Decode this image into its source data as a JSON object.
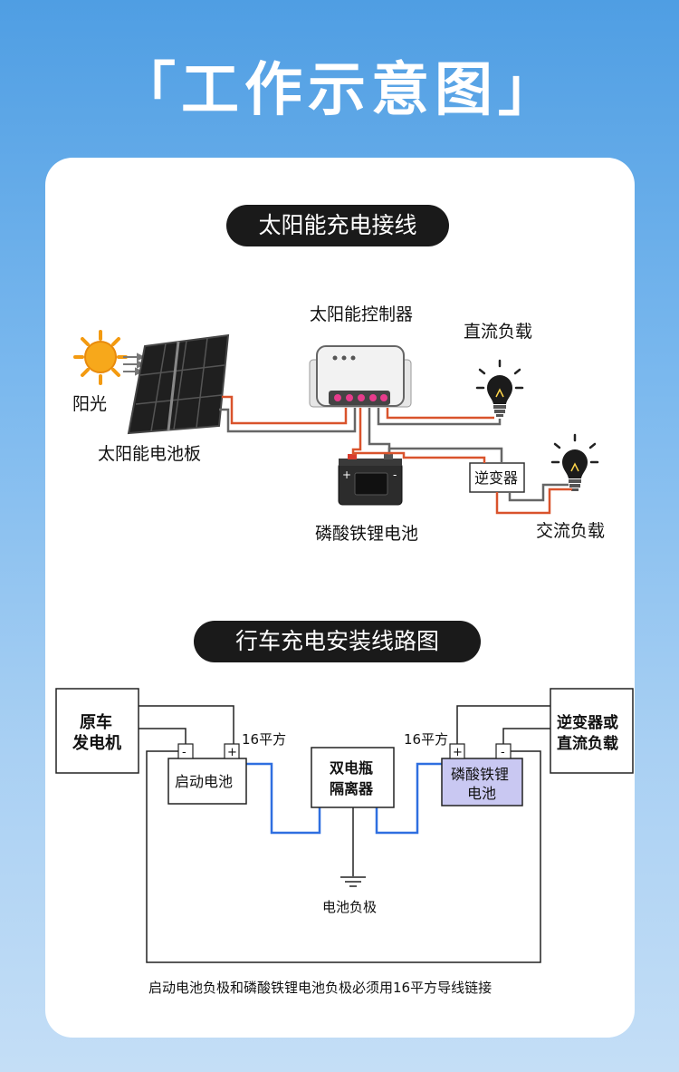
{
  "page_title": "「工作示意图」",
  "section1": {
    "title": "太阳能充电接线",
    "sunlight": "阳光",
    "solar_panel": "太阳能电池板",
    "controller": "太阳能控制器",
    "dc_load": "直流负载",
    "battery": "磷酸铁锂电池",
    "inverter": "逆变器",
    "ac_load": "交流负载"
  },
  "section2": {
    "title": "行车充电安装线路图",
    "generator_line1": "原车",
    "generator_line2": "发电机",
    "start_battery": "启动电池",
    "isolator_line1": "双电瓶",
    "isolator_line2": "隔离器",
    "lifepo_line1": "磷酸铁锂",
    "lifepo_line2": "电池",
    "inverter_line1": "逆变器或",
    "inverter_line2": "直流负载",
    "wire_spec_left": "16平方",
    "wire_spec_right": "16平方",
    "ground": "电池负极",
    "note": "启动电池负极和磷酸铁锂电池负极必须用16平方导线链接",
    "minus": "-",
    "plus": "+"
  },
  "colors": {
    "wire_red": "#d9532c",
    "wire_blue": "#2f6fe0",
    "lifepo_fill": "#c9c8f2"
  }
}
